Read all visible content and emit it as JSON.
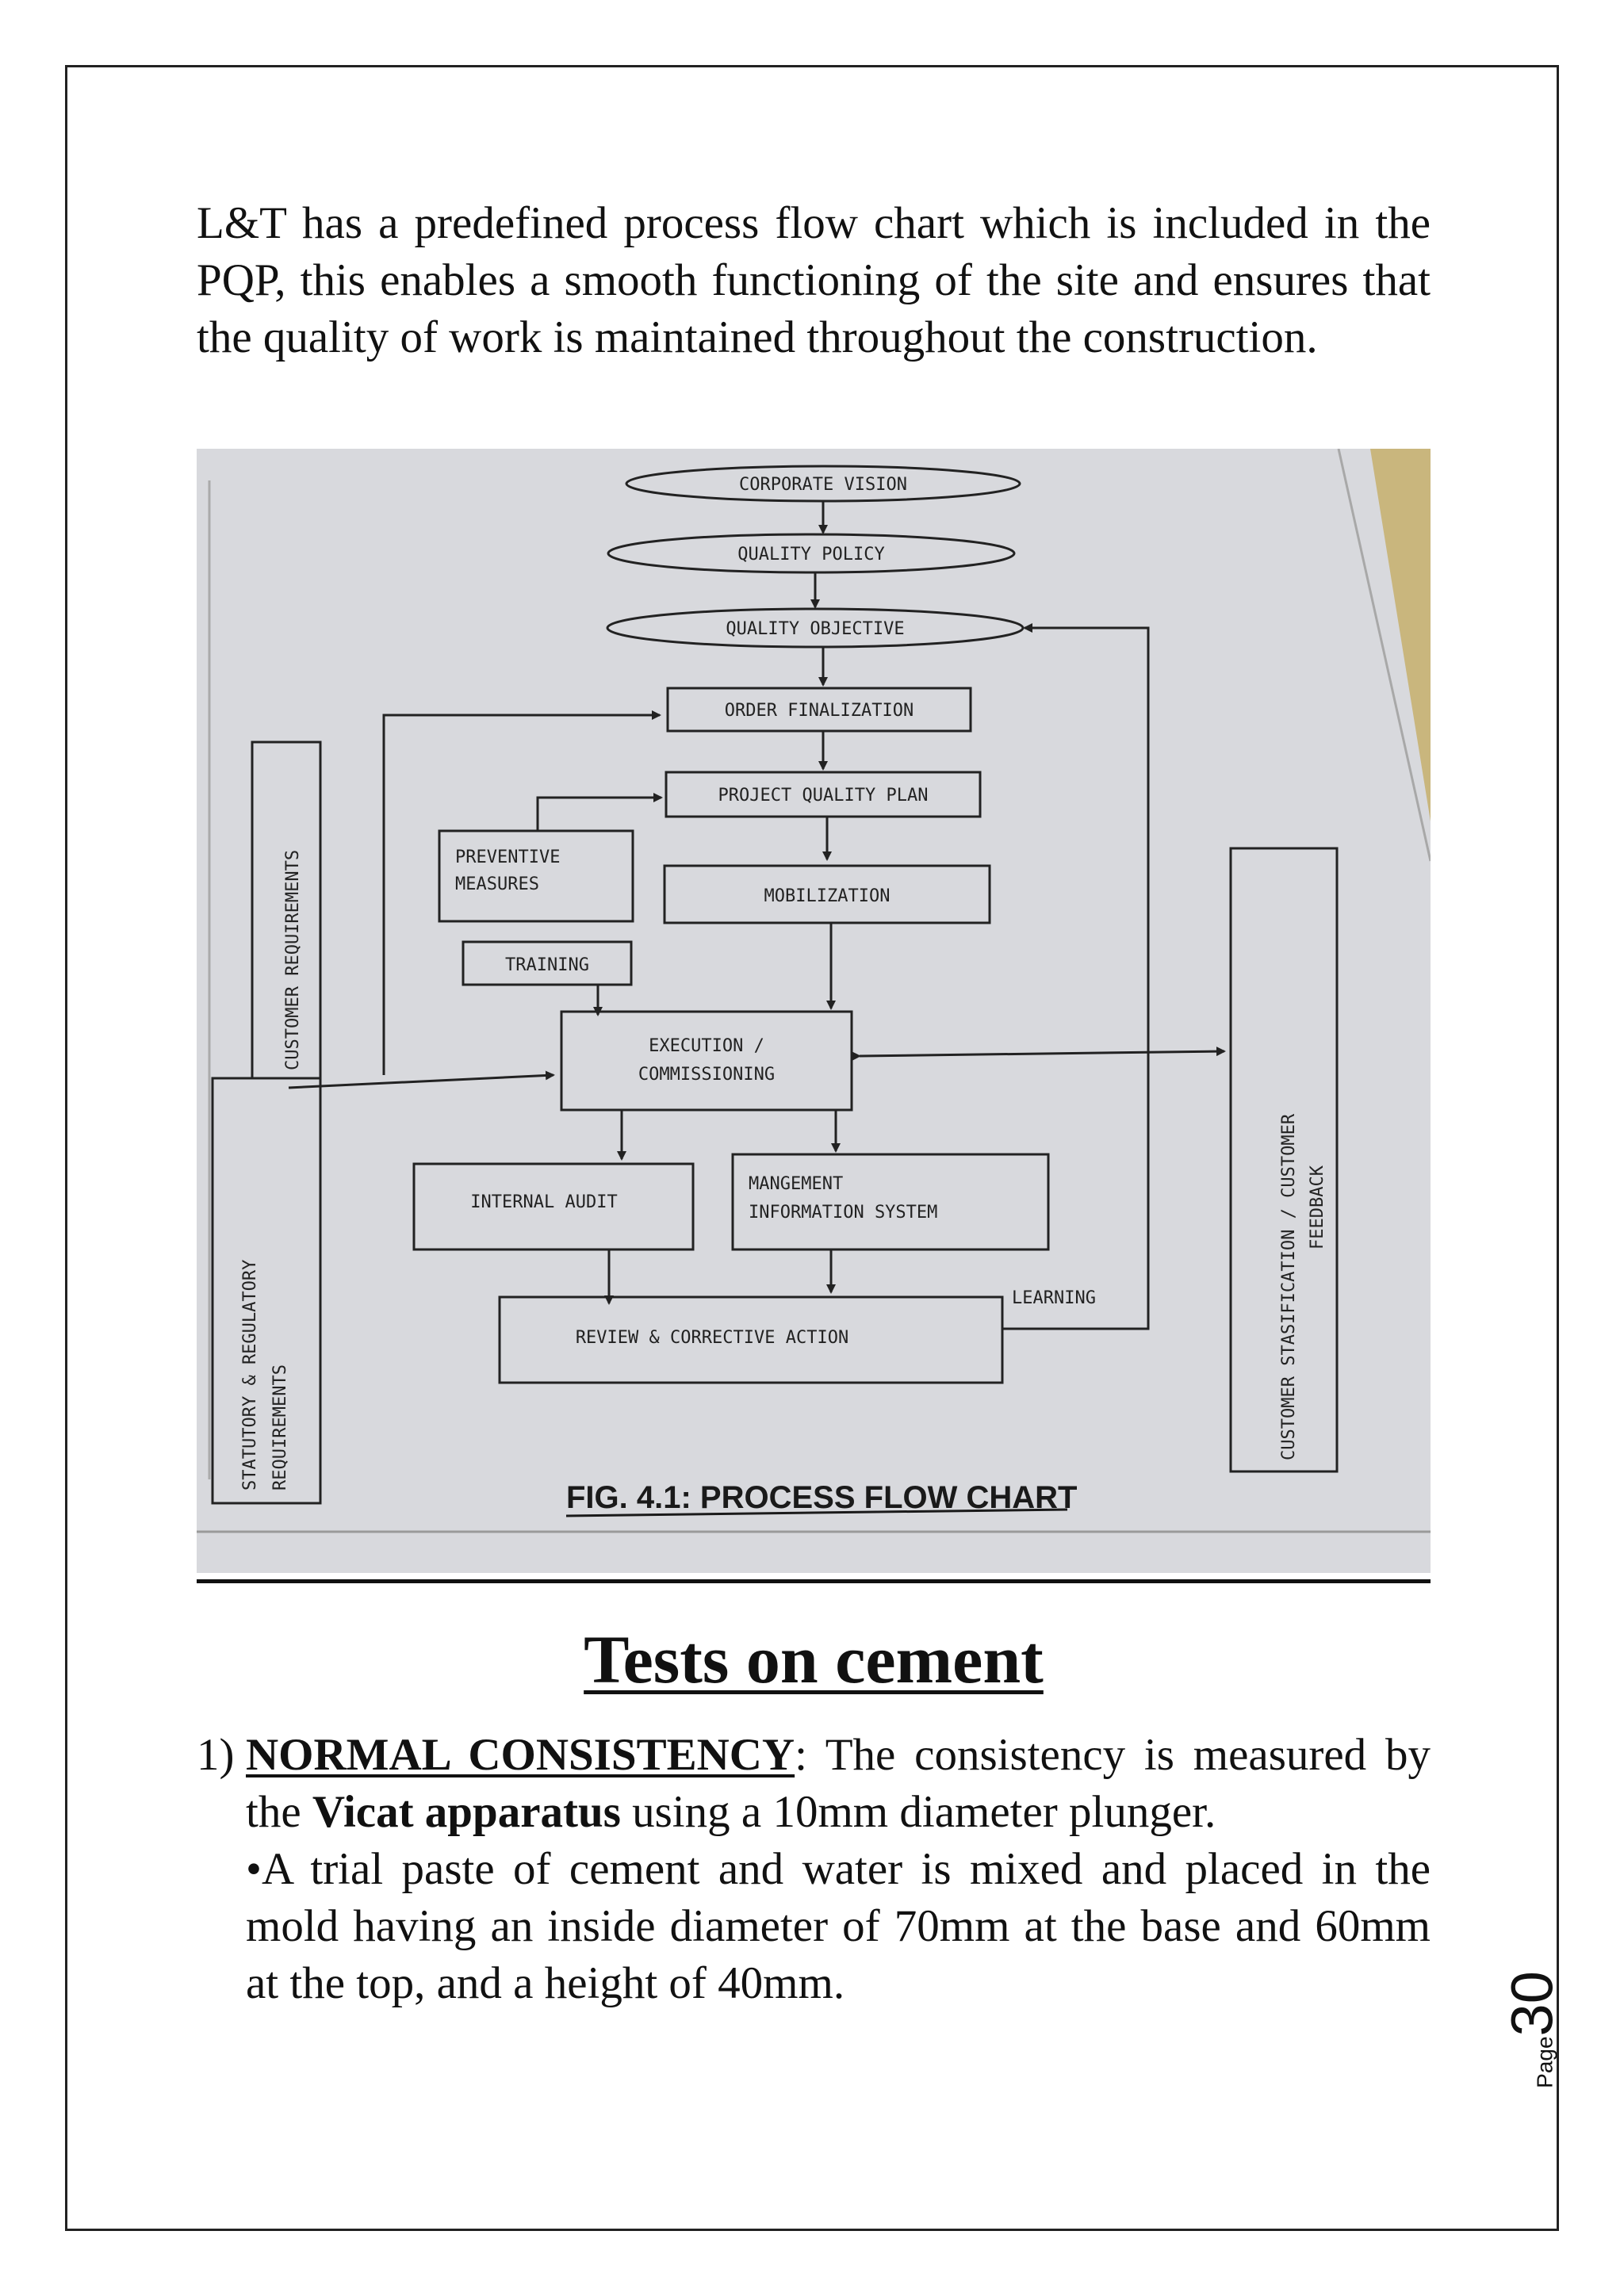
{
  "intro_text": "L&T has a predefined process flow chart which is included in the PQP, this enables a smooth functioning of the site and ensures that the quality of work is maintained throughout the construction.",
  "figure": {
    "caption": "FIG. 4.1: PROCESS FLOW CHART",
    "nodes": {
      "corporate_vision": "CORPORATE VISION",
      "quality_policy": "QUALITY POLICY",
      "quality_objective": "QUALITY OBJECTIVE",
      "order_finalization": "ORDER FINALIZATION",
      "project_quality_plan": "PROJECT QUALITY PLAN",
      "preventive_1": "PREVENTIVE",
      "preventive_2": "MEASURES",
      "mobilization": "MOBILIZATION",
      "training": "TRAINING",
      "execution_1": "EXECUTION /",
      "execution_2": "COMMISSIONING",
      "internal_audit": "INTERNAL AUDIT",
      "mis_1": "MANGEMENT",
      "mis_2": "INFORMATION SYSTEM",
      "review": "REVIEW & CORRECTIVE ACTION",
      "learning": "LEARNING",
      "customer_requirements": "CUSTOMER REQUIREMENTS",
      "statutory_1": "STATUTORY & REGULATORY",
      "statutory_2": "REQUIREMENTS",
      "customer_feedback_1": "CUSTOMER STASIFICATION / CUSTOMER",
      "customer_feedback_2": "FEEDBACK"
    }
  },
  "section_title": "Tests on cement",
  "item": {
    "number": "1)",
    "heading": "NORMAL CONSISTENCY",
    "text_after_heading": ": The consistency is measured by the ",
    "bold_term": "Vicat apparatus",
    "text_after_term": " using a 10mm diameter plunger.",
    "bullet_text": "•A trial paste of cement and water is mixed and placed in the mold having an inside diameter of 70mm at the base and 60mm at the top, and a height of 40mm."
  },
  "page_number": {
    "label": "Page",
    "value": "30"
  }
}
